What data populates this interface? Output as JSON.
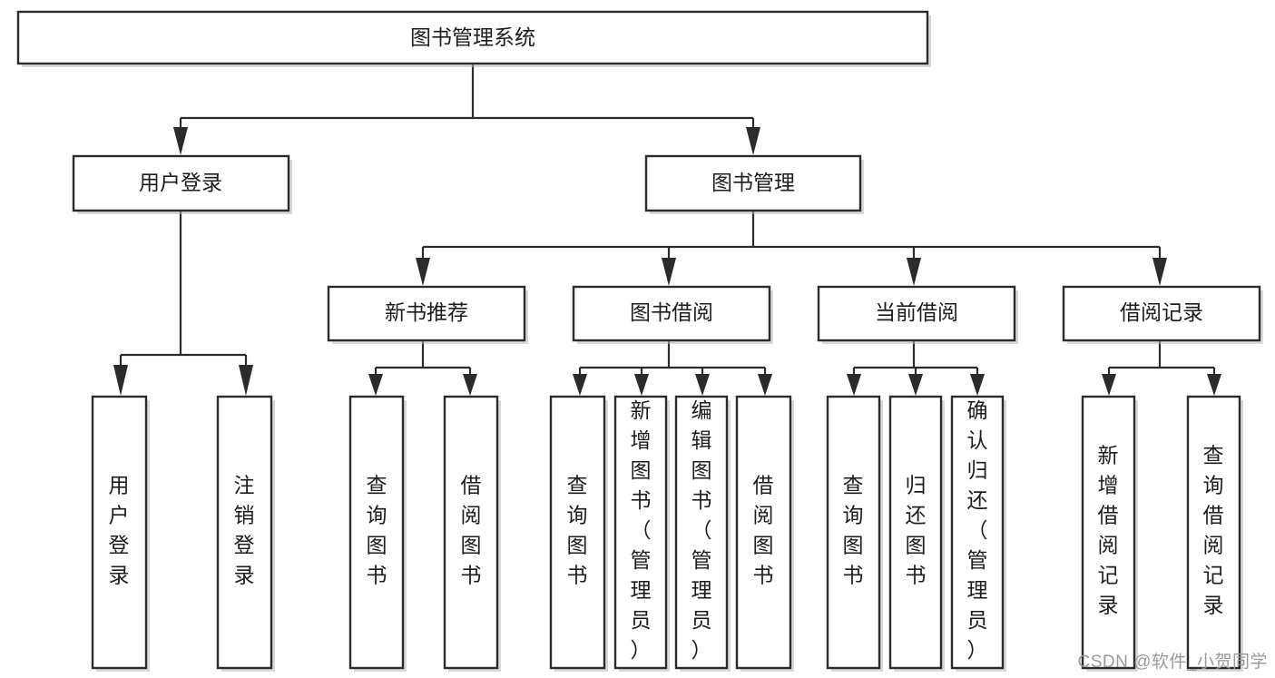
{
  "diagram": {
    "title": "图书管理系统",
    "type": "tree",
    "watermark": "CSDN @软件_小贺同学",
    "colors": {
      "box_stroke": "#2b2b2b",
      "box_fill": "#ffffff",
      "text": "#1d1d1d",
      "shadow": "#b9b9b9",
      "watermark": "#9a9a9a",
      "background": "#ffffff"
    },
    "root": {
      "label": "图书管理系统"
    },
    "level2": [
      {
        "label": "用户登录"
      },
      {
        "label": "图书管理"
      }
    ],
    "level3": [
      {
        "label": "新书推荐"
      },
      {
        "label": "图书借阅"
      },
      {
        "label": "当前借阅"
      },
      {
        "label": "借阅记录"
      }
    ],
    "leaves": {
      "user_login": [
        {
          "label": "用户登录"
        },
        {
          "label": "注销登录"
        }
      ],
      "new_book_recommend": [
        {
          "label": "查询图书"
        },
        {
          "label": "借阅图书"
        }
      ],
      "book_borrow": [
        {
          "label": "查询图书"
        },
        {
          "label": "新增图书（管理员）"
        },
        {
          "label": "编辑图书（管理员）"
        },
        {
          "label": "借阅图书"
        }
      ],
      "current_borrow": [
        {
          "label": "查询图书"
        },
        {
          "label": "归还图书"
        },
        {
          "label": "确认归还（管理员）"
        }
      ],
      "borrow_record": [
        {
          "label": "新增借阅记录"
        },
        {
          "label": "查询借阅记录"
        }
      ]
    }
  }
}
